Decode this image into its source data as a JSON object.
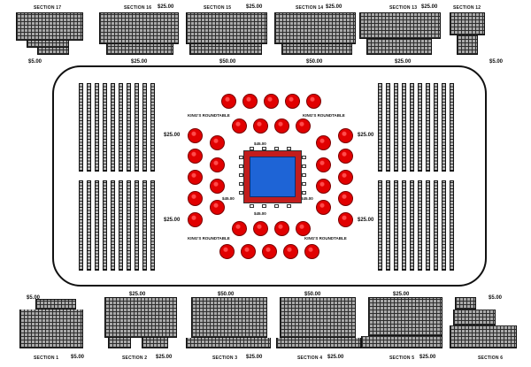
{
  "sections": {
    "s17": {
      "label": "SECTION 17",
      "price": "$5.00"
    },
    "s16": {
      "label": "SECTION 16",
      "price": "$25.00"
    },
    "s15": {
      "label": "SECTION 15",
      "price": "$25.00"
    },
    "s14": {
      "label": "SECTION 14",
      "price": "$25.00"
    },
    "s13": {
      "label": "SECTION 13",
      "price": "$25.00"
    },
    "s12": {
      "label": "SECTION 12",
      "price": ""
    },
    "s1": {
      "label": "SECTION 1",
      "price": "$5.00"
    },
    "s2": {
      "label": "SECTION 2",
      "price": "$25.00"
    },
    "s3": {
      "label": "SECTION 3",
      "price": "$25.00"
    },
    "s4": {
      "label": "SECTION 4",
      "price": "$25.00"
    },
    "s5": {
      "label": "SECTION 5",
      "price": "$25.00"
    },
    "s6": {
      "label": "SECTION 6",
      "price": ""
    }
  },
  "top_prices": {
    "a": "$5.00",
    "b": "$25.00",
    "c": "$50.00",
    "d": "$50.00",
    "e": "$25.00",
    "f": "$5.00"
  },
  "bottom_prices": {
    "a": "$5.00",
    "b": "$25.00",
    "c": "$50.00",
    "d": "$50.00",
    "e": "$25.00",
    "f": "$5.00"
  },
  "floor": {
    "left_price_top": "$25.00",
    "left_price_bottom": "$25.00",
    "right_price_top": "$25.00",
    "right_price_bottom": "$25.00",
    "roundtable_label": "KING'S ROUNDTABLE",
    "ring_price_top": "$45.00",
    "ring_price_left": "$45.00",
    "ring_price_right": "$45.00",
    "ring_price_bottom": "$45.00"
  },
  "colors": {
    "ring_apron": "#c21d1d",
    "ring_mat": "#1e64d6",
    "table": "#e10000",
    "seats": "#a9a9a9"
  }
}
